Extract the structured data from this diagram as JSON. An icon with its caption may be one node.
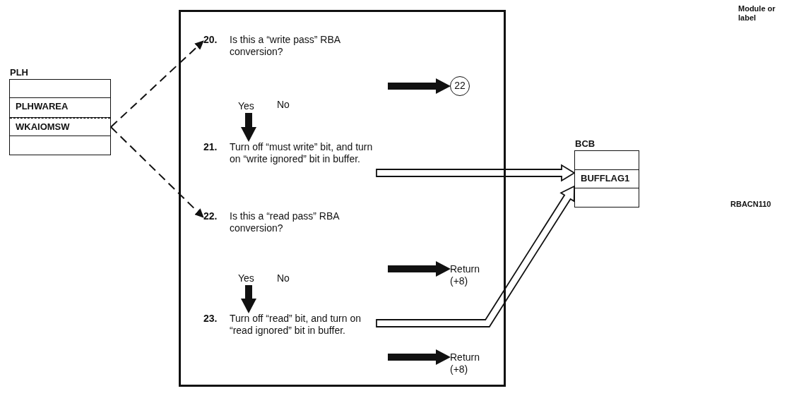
{
  "diagram": {
    "nodes": [
      {
        "text": [
          "PLH"
        ]
      },
      {
        "text": [
          "PLHWAREA"
        ],
        "in": 0
      },
      {
        "text": [
          "WKAIOMSW"
        ],
        "in": 0
      },
      {
        "text": [],
        "shape": "box"
      },
      {
        "text": [
          "20.",
          "Is this a “write pass” RBA conversion?"
        ],
        "in": 3
      },
      {
        "text": [
          "Yes"
        ],
        "in": 3
      },
      {
        "text": [
          "22"
        ],
        "in": 3
      },
      {
        "text": [
          "21.",
          "Turn off “must write” bit, and turn on “write ignored” bit in buffer."
        ],
        "in": 3
      },
      {
        "text": [
          "22.",
          "Is this a “read pass” RBA conversion?"
        ],
        "in": 3
      },
      {
        "text": [
          "Yes"
        ],
        "in": 3
      },
      {
        "text": [
          "Return (+8)"
        ],
        "in": 3
      },
      {
        "text": [
          "23.",
          "Turn off “read” bit, and turn on “read ignored” bit in buffer."
        ],
        "in": 3
      },
      {
        "text": [
          "Return (+8)"
        ],
        "in": 3
      },
      {
        "text": [
          "BCB"
        ]
      },
      {
        "text": [
          "BUFFLAG1"
        ],
        "in": 13
      }
    ],
    "edges": [
      {
        "from": 2,
        "to": 4,
        "arrow": "to",
        "style": "dashed"
      },
      {
        "from": 2,
        "to": 8,
        "arrow": "to",
        "style": "dashed"
      },
      {
        "from": 5,
        "to": 7,
        "arrow": "to"
      },
      {
        "from": null,
        "to": 6,
        "arrow": "to"
      },
      {
        "from": 9,
        "to": 11,
        "arrow": "to"
      },
      {
        "from": null,
        "to": 10,
        "arrow": "to"
      },
      {
        "from": null,
        "to": 12,
        "arrow": "to"
      },
      {
        "from": 7,
        "to": 14,
        "arrow": "to",
        "style": "thick"
      },
      {
        "from": 11,
        "to": 14,
        "arrow": "to",
        "style": "thick"
      }
    ],
    "labels": [
      "Module or label",
      "No",
      "No",
      "RBACN110"
    ]
  }
}
